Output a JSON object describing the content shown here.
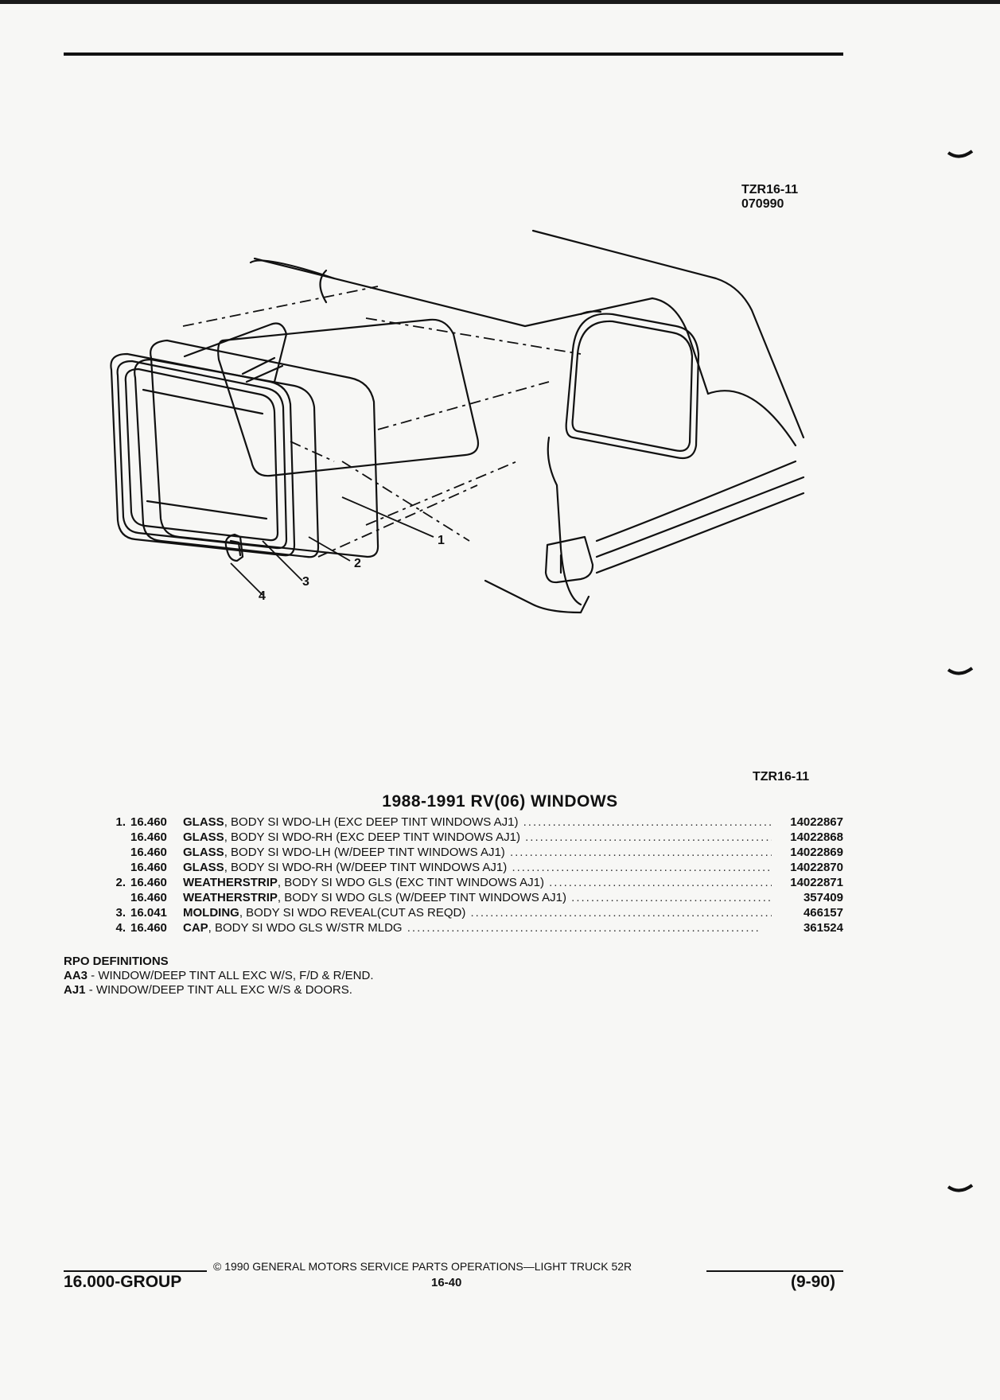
{
  "figure": {
    "code": "TZR16-11",
    "date": "070990",
    "callouts": [
      "1",
      "2",
      "3",
      "4"
    ],
    "code_bottom": "TZR16-11"
  },
  "section": {
    "title": "1988-1991 RV(06) WINDOWS"
  },
  "parts": [
    {
      "num": "1.",
      "group": "16.460",
      "name": "GLASS",
      "desc": ", BODY SI WDO-LH (EXC DEEP TINT WINDOWS AJ1)",
      "part_no": "14022867"
    },
    {
      "num": "",
      "group": "16.460",
      "name": "GLASS",
      "desc": ", BODY SI WDO-RH (EXC DEEP TINT WINDOWS AJ1)",
      "part_no": "14022868"
    },
    {
      "num": "",
      "group": "16.460",
      "name": "GLASS",
      "desc": ", BODY SI WDO-LH (W/DEEP TINT WINDOWS AJ1)",
      "part_no": "14022869"
    },
    {
      "num": "",
      "group": "16.460",
      "name": "GLASS",
      "desc": ", BODY SI WDO-RH (W/DEEP TINT WINDOWS AJ1)",
      "part_no": "14022870"
    },
    {
      "num": "2.",
      "group": "16.460",
      "name": "WEATHERSTRIP",
      "desc": ", BODY SI WDO GLS (EXC TINT WINDOWS AJ1)",
      "part_no": "14022871"
    },
    {
      "num": "",
      "group": "16.460",
      "name": "WEATHERSTRIP",
      "desc": ", BODY SI WDO GLS (W/DEEP TINT WINDOWS AJ1)",
      "part_no": "357409"
    },
    {
      "num": "3.",
      "group": "16.041",
      "name": "MOLDING",
      "desc": ", BODY SI WDO REVEAL(CUT AS REQD)",
      "part_no": "466157"
    },
    {
      "num": "4.",
      "group": "16.460",
      "name": "CAP",
      "desc": ", BODY SI WDO GLS W/STR MLDG",
      "part_no": "361524"
    }
  ],
  "rpo": {
    "title": "RPO DEFINITIONS",
    "definitions": [
      {
        "code": "AA3",
        "text": " - WINDOW/DEEP TINT ALL EXC W/S, F/D & R/END."
      },
      {
        "code": "AJ1",
        "text": " - WINDOW/DEEP TINT ALL EXC W/S & DOORS."
      }
    ]
  },
  "footer": {
    "copyright": "© 1990 GENERAL MOTORS SERVICE PARTS OPERATIONS—LIGHT TRUCK 52R",
    "group": "16.000-GROUP",
    "page": "16-40",
    "date": "(9-90)"
  }
}
